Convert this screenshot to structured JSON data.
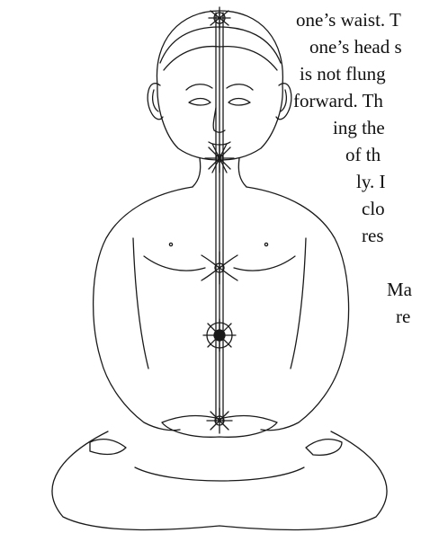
{
  "document": {
    "text_lines": [
      "one’s waist. T",
      "one’s head s",
      "is not flung",
      "forward. Th",
      "ing the",
      "of th",
      "ly. I",
      "clo",
      "res",
      "Ma",
      "re"
    ]
  }
}
